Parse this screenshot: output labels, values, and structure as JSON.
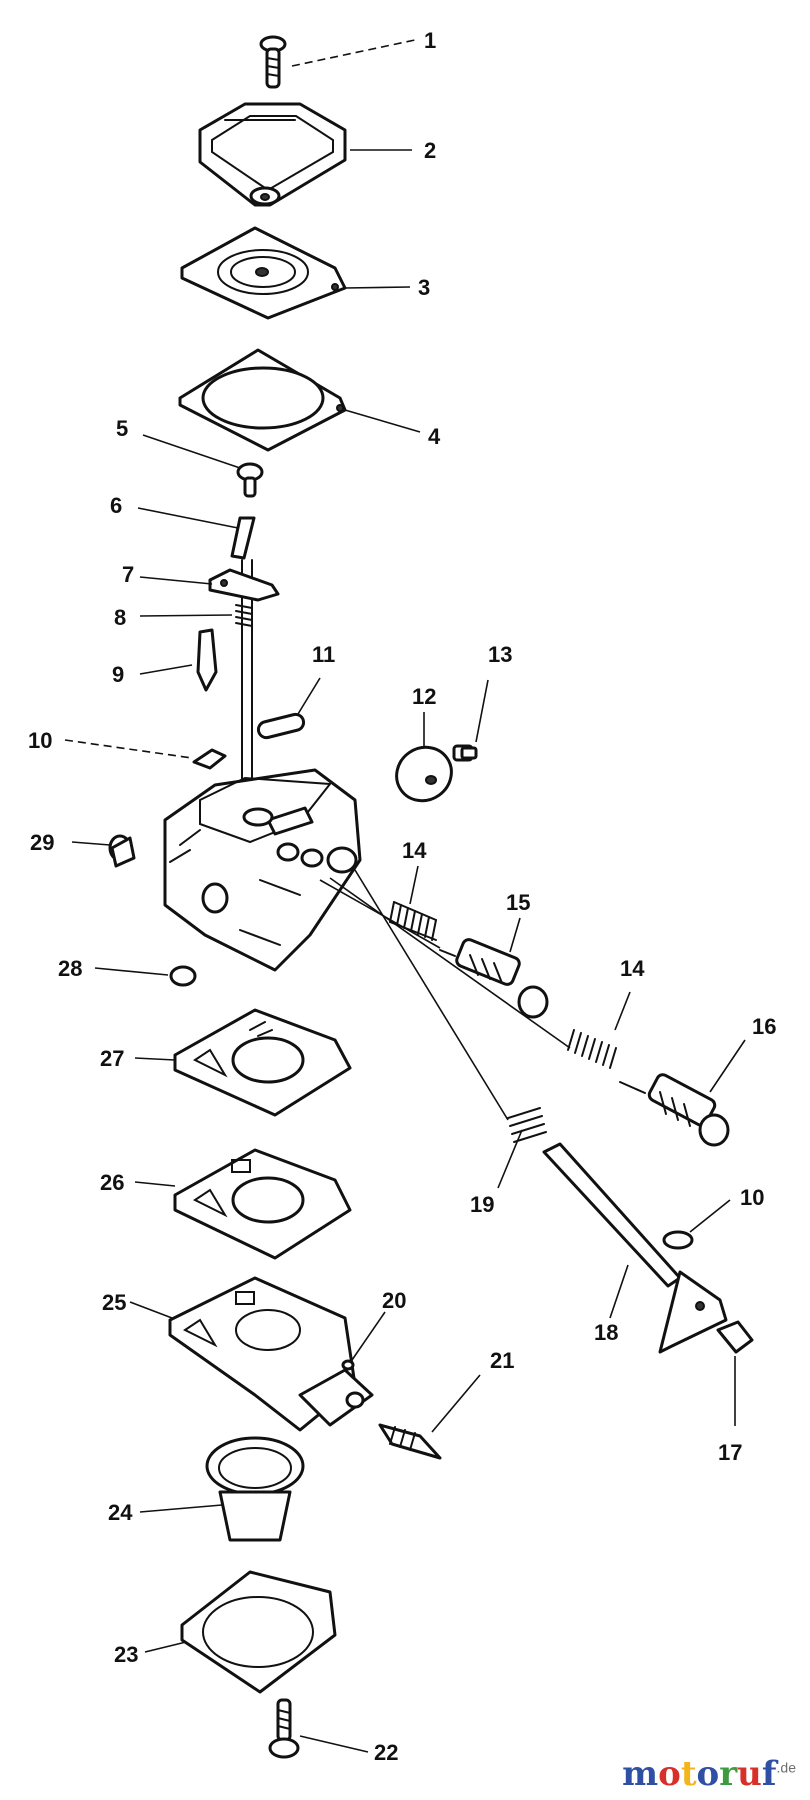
{
  "callouts": [
    "1",
    "2",
    "3",
    "4",
    "5",
    "6",
    "7",
    "8",
    "9",
    "10",
    "11",
    "12",
    "13",
    "14",
    "15",
    "14",
    "16",
    "29",
    "28",
    "27",
    "26",
    "19",
    "10",
    "25",
    "20",
    "18",
    "17",
    "21",
    "24",
    "23",
    "22"
  ],
  "logo": {
    "letters": [
      "m",
      "o",
      "t",
      "o",
      "r",
      "u",
      "f"
    ],
    "colors": [
      "#2e4fa3",
      "#d7302b",
      "#f2b51c",
      "#2e4fa3",
      "#3d9b3f",
      "#d7302b",
      "#2e4fa3"
    ],
    "suffix": ".de"
  }
}
